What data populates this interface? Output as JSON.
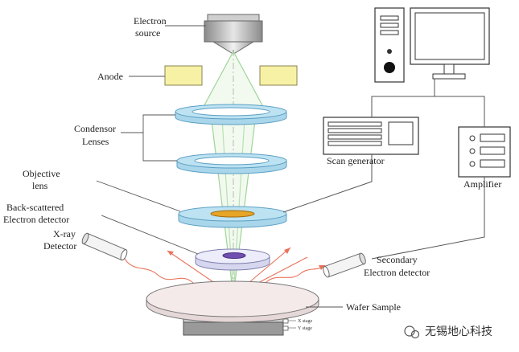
{
  "labels": {
    "electron_source_1": "Electron",
    "electron_source_2": "source",
    "anode": "Anode",
    "condensor_1": "Condensor",
    "condensor_2": "Lenses",
    "objective_1": "Objective",
    "objective_2": "lens",
    "bse_1": "Back-scattered",
    "bse_2": "Electron detector",
    "xray_1": "X-ray",
    "xray_2": "Detector",
    "scan_generator": "Scan generator",
    "amplifier": "Amplifier",
    "secondary_1": "Secondary",
    "secondary_2": "Electron detector",
    "wafer": "Wafer Sample",
    "x_stage": "X stage",
    "y_stage": "Y stage"
  },
  "watermark": "无锡地心科技",
  "colors": {
    "lens_fill": "#bde3f2",
    "lens_stroke": "#5b9fc4",
    "anode_fill": "#f7f1a6",
    "beam": "#9fd49a",
    "scatter": "#e8735a",
    "line": "#555555"
  }
}
